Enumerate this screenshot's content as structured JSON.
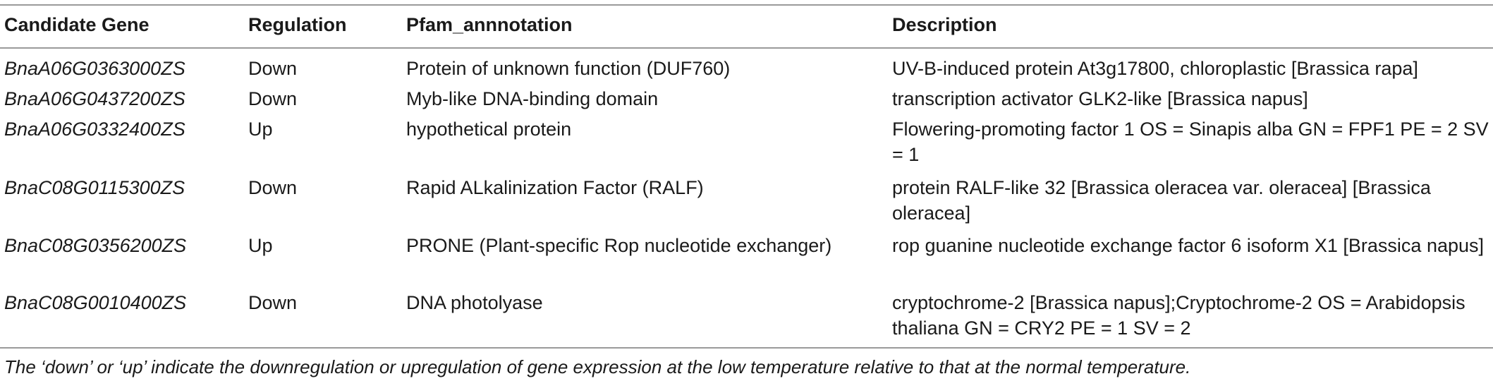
{
  "table": {
    "headers": [
      "Candidate Gene",
      "Regulation",
      "Pfam_annnotation",
      "Description"
    ],
    "rows": [
      {
        "gene": "BnaA06G0363000ZS",
        "regulation": "Down",
        "pfam": "Protein of unknown function (DUF760)",
        "description": "UV-B-induced protein At3g17800, chloroplastic [Brassica rapa]"
      },
      {
        "gene": "BnaA06G0437200ZS",
        "regulation": "Down",
        "pfam": "Myb-like DNA-binding domain",
        "description": "transcription activator GLK2-like [Brassica napus]"
      },
      {
        "gene": "BnaA06G0332400ZS",
        "regulation": "Up",
        "pfam": "hypothetical protein",
        "description": "Flowering-promoting factor 1 OS = Sinapis alba GN = FPF1 PE = 2 SV = 1"
      },
      {
        "gene": "BnaC08G0115300ZS",
        "regulation": "Down",
        "pfam": "Rapid ALkalinization Factor (RALF)",
        "description": "protein RALF-like 32 [Brassica oleracea var. oleracea] [Brassica oleracea]"
      },
      {
        "gene": "BnaC08G0356200ZS",
        "regulation": "Up",
        "pfam": "PRONE (Plant-specific Rop nucleotide exchanger)",
        "description": "rop guanine nucleotide exchange factor 6 isoform X1 [Brassica napus]"
      },
      {
        "gene": "BnaC08G0010400ZS",
        "regulation": "Down",
        "pfam": "DNA photolyase",
        "description": "cryptochrome-2 [Brassica napus];Cryptochrome-2 OS = Arabidopsis thaliana GN = CRY2 PE = 1 SV = 2"
      }
    ]
  },
  "footnote": "The ‘down’ or ‘up’ indicate the downregulation or upregulation of gene expression at the low temperature relative to that at the normal temperature."
}
